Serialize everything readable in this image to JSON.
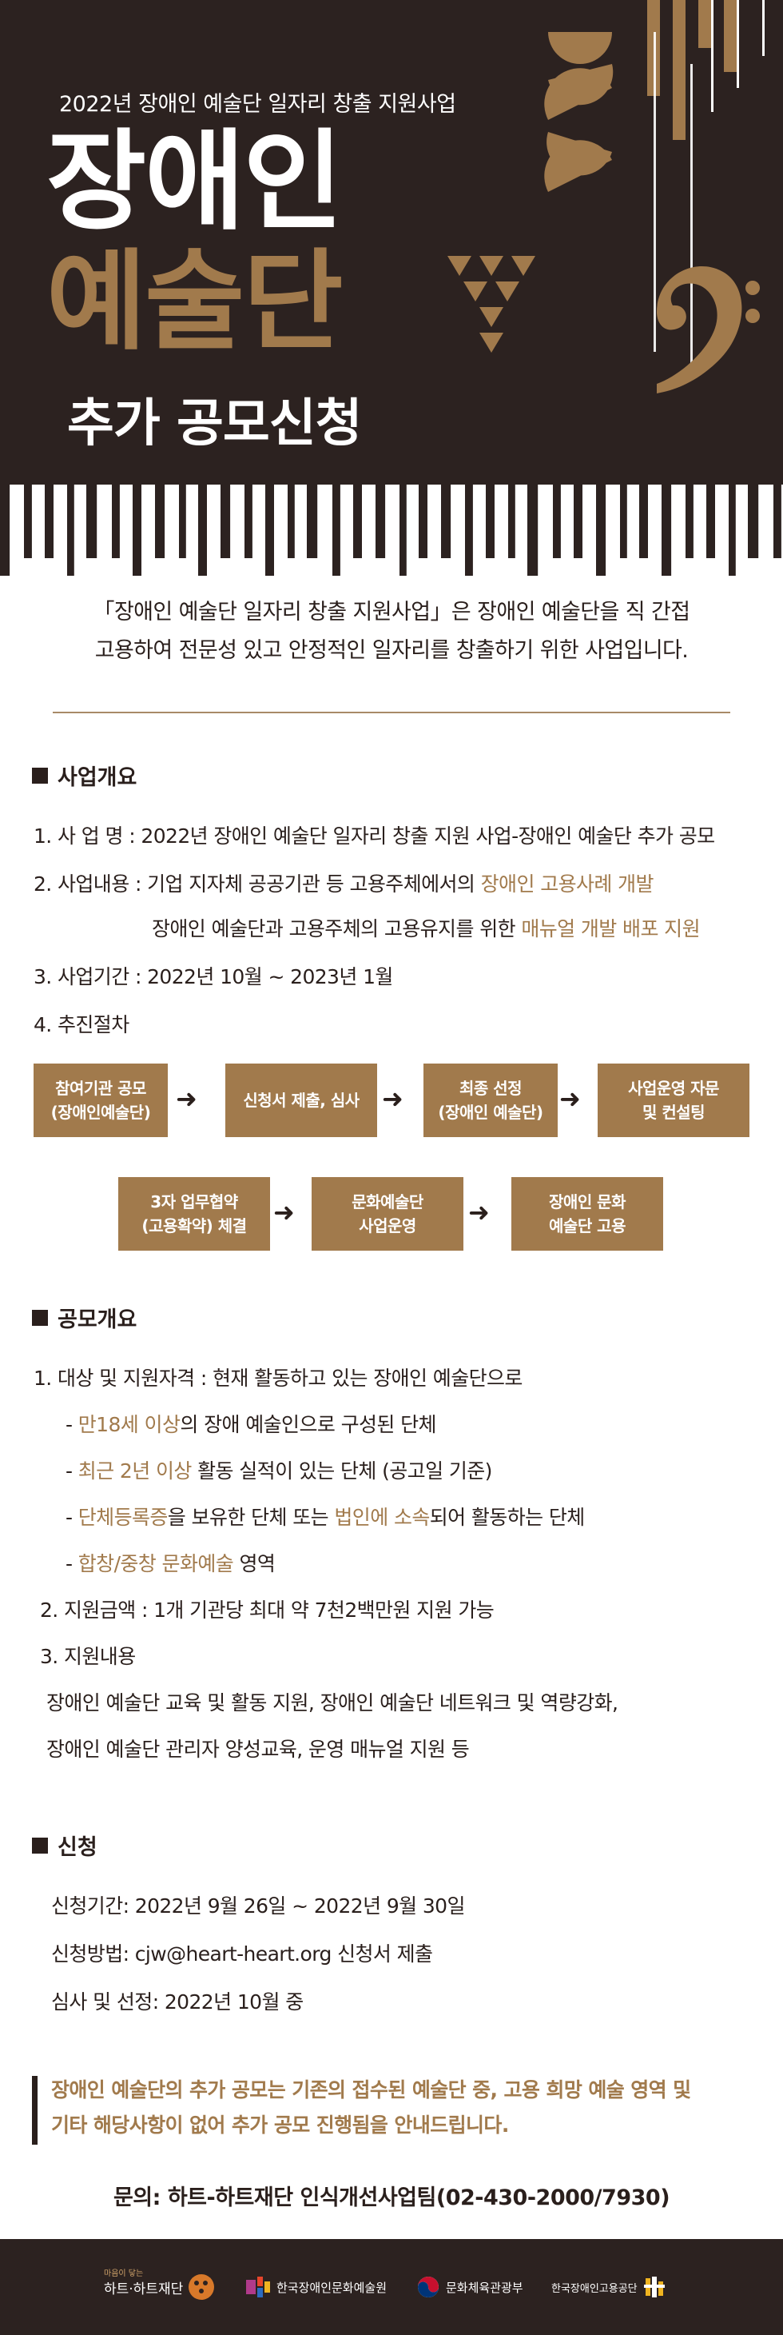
{
  "hero": {
    "subtitle": "2022년 장애인 예술단 일자리 창출 지원사업",
    "line1": "장애인",
    "line2": "예술단",
    "line3": "추가 공모신청"
  },
  "intro": {
    "line1": "「장애인 예술단 일자리 창출 지원사업」은 장애인 예술단을 직 간접",
    "line2": "고용하여 전문성 있고 안정적인 일자리를 창출하기 위한 사업입니다."
  },
  "overview": {
    "title": "사업개요",
    "item1": "1. 사 업 명 : 2022년 장애인 예술단 일자리 창출 지원 사업-장애인 예술단 추가 공모",
    "item2_prefix": "2. 사업내용 : 기업 지자체 공공기관 등 고용주체에서의 ",
    "item2_highlight": "장애인 고용사례 개발",
    "item2b_prefix": "장애인 예술단과 고용주체의 고용유지를 위한 ",
    "item2b_highlight": "매뉴얼 개발 배포 지원",
    "item3": "3. 사업기간 : 2022년 10월 ~ 2023년 1월",
    "item4": "4. 추진절차"
  },
  "flow": {
    "step1_l1": "참여기관 공모",
    "step1_l2": "(장애인예술단)",
    "step2": "신청서 제출, 심사",
    "step3_l1": "최종 선정",
    "step3_l2": "(장애인 예술단)",
    "step4_l1": "사업운영 자문",
    "step4_l2": "및 컨설팅",
    "step5_l1": "3자 업무협약",
    "step5_l2": "(고용확약) 체결",
    "step6_l1": "문화예술단",
    "step6_l2": "사업운영",
    "step7_l1": "장애인 문화",
    "step7_l2": "예술단 고용",
    "arrow": "➜"
  },
  "recruit": {
    "title": "공모개요",
    "item1": "1. 대상 및 지원자격 : 현재 활동하고 있는 장애인 예술단으로",
    "sub1_hl": "만18세 이상",
    "sub1_rest": "의 장애 예술인으로 구성된 단체",
    "sub2_hl": "최근 2년 이상",
    "sub2_rest": " 활동 실적이 있는 단체 (공고일 기준)",
    "sub3_hl1": "단체등록증",
    "sub3_mid": "을 보유한 단체 또는 ",
    "sub3_hl2": "법인에 소속",
    "sub3_rest": "되어 활동하는 단체",
    "sub4_hl": "합창/중창 문화예술",
    "sub4_rest": " 영역",
    "dash": "-",
    "item2": "2. 지원금액 : 1개 기관당 최대 약 7천2백만원 지원 가능",
    "item3": "3. 지원내용",
    "item3_l1": "장애인 예술단 교육 및 활동 지원, 장애인 예술단 네트워크 및 역량강화,",
    "item3_l2": "장애인 예술단 관리자 양성교육, 운영 매뉴얼 지원 등"
  },
  "apply": {
    "title": "신청",
    "period": "신청기간: 2022년 9월 26일 ~ 2022년 9월 30일",
    "method": "신청방법: cjw@heart-heart.org 신청서 제출",
    "review": "심사 및 선정: 2022년 10월 중"
  },
  "notice": {
    "line1": "장애인 예술단의 추가 공모는 기존의 접수된 예술단 중, 고용 희망 예술 영역 및",
    "line2": "기타 해당사항이 없어 추가 공모 진행됨을 안내드립니다."
  },
  "contact": "문의: 하트-하트재단 인식개선사업팀(02-430-2000/7930)",
  "footer": {
    "logo1_top": "마음이 닿는",
    "logo1": "하트·하트재단",
    "logo2": "한국장애인문화예술원",
    "logo3": "문화체육관광부",
    "logo4": "한국장애인고용공단"
  },
  "colors": {
    "dark": "#2c2220",
    "accent": "#a17a4c"
  }
}
